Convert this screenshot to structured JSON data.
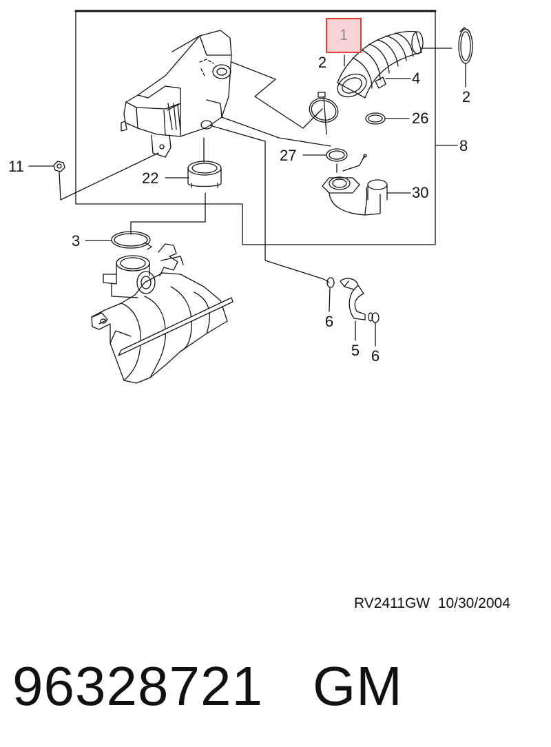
{
  "callouts": {
    "c1": "1",
    "c2a": "2",
    "c2b": "2",
    "c3": "3",
    "c4": "4",
    "c5": "5",
    "c6a": "6",
    "c6b": "6",
    "c8": "8",
    "c11": "11",
    "c22": "22",
    "c26": "26",
    "c27": "27",
    "c30": "30"
  },
  "highlight_color": "#e23a3a",
  "highlight_fill": "#f7d3d5",
  "footer": {
    "reference": "RV2411GW  10/30/2004",
    "part_number": "96328721",
    "manufacturer": "GM"
  }
}
